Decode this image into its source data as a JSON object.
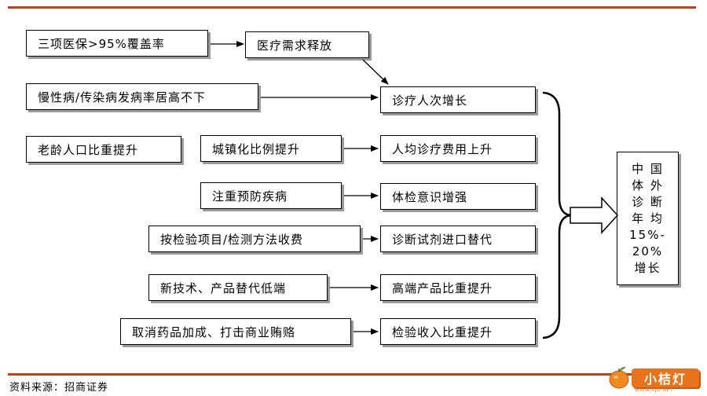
{
  "diagram": {
    "left_nodes": [
      "三项医保>95%覆盖率",
      "慢性病/传染病发病率居高不下",
      "老龄人口比重提升"
    ],
    "middle_nodes": [
      "城镇化比例提升",
      "注重预防疾病",
      "按检验项目/检测方法收费",
      "新技术、产品替代低端",
      "取消药品加成、打击商业贿赂"
    ],
    "intermediate_node": "医疗需求释放",
    "right_nodes": [
      "诊疗人次增长",
      "人均诊疗费用上升",
      "体检意识增强",
      "诊断试剂进口替代",
      "高端产品比重提升",
      "检验收入比重提升"
    ],
    "result": {
      "lines": [
        "中 国",
        "体 外",
        "诊 断",
        "年 均",
        "15%-",
        "20%",
        "增长"
      ]
    }
  },
  "footer": {
    "source": "资料来源：招商证券"
  },
  "watermark": {
    "name": "小桔灯",
    "url": "WWW.XJD.NET"
  },
  "colors": {
    "rule": "#b5441f",
    "logo": "#e8731a"
  }
}
